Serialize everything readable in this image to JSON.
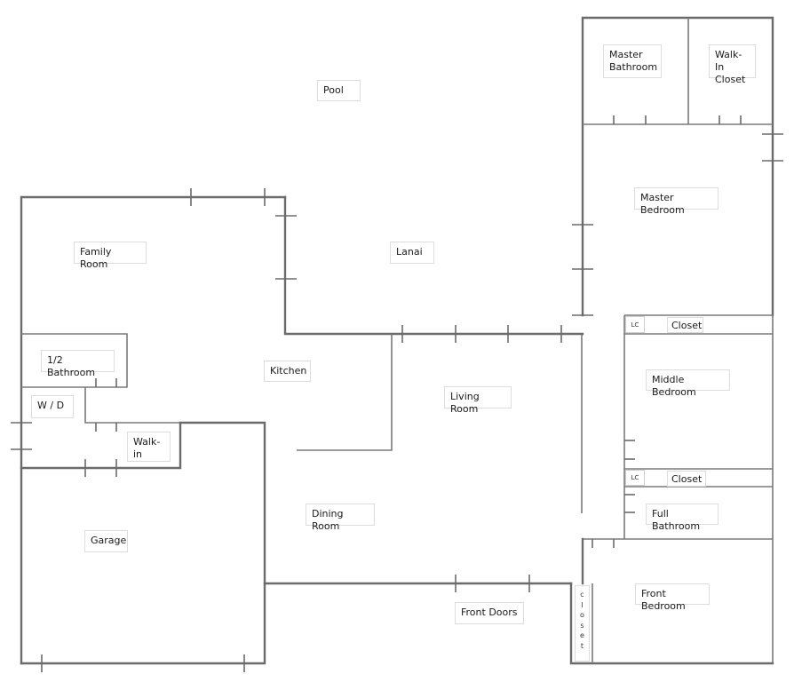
{
  "diagram": {
    "type": "floor-plan",
    "wall_color": "#6b6b6b",
    "rooms": {
      "pool": "Pool",
      "lanai": "Lanai",
      "family_room": "Family Room",
      "half_bathroom": "1/2 Bathroom",
      "washer_dryer": "W / D",
      "walk_in": "Walk-in",
      "kitchen": "Kitchen",
      "living_room": "Living Room",
      "dining_room": "Dining Room",
      "garage": "Garage",
      "front_doors": "Front Doors",
      "master_bathroom": "Master\nBathroom",
      "walk_in_closet": "Walk-In\nCloset",
      "master_bedroom": "Master Bedroom",
      "middle_bedroom": "Middle Bedroom",
      "full_bathroom": "Full Bathroom",
      "front_bedroom": "Front Bedroom",
      "closet_upper": "Closet",
      "closet_lower": "Closet",
      "linen_closet_upper": "LC",
      "linen_closet_lower": "LC",
      "front_closet": "c\nl\no\ns\ne\nt"
    }
  }
}
